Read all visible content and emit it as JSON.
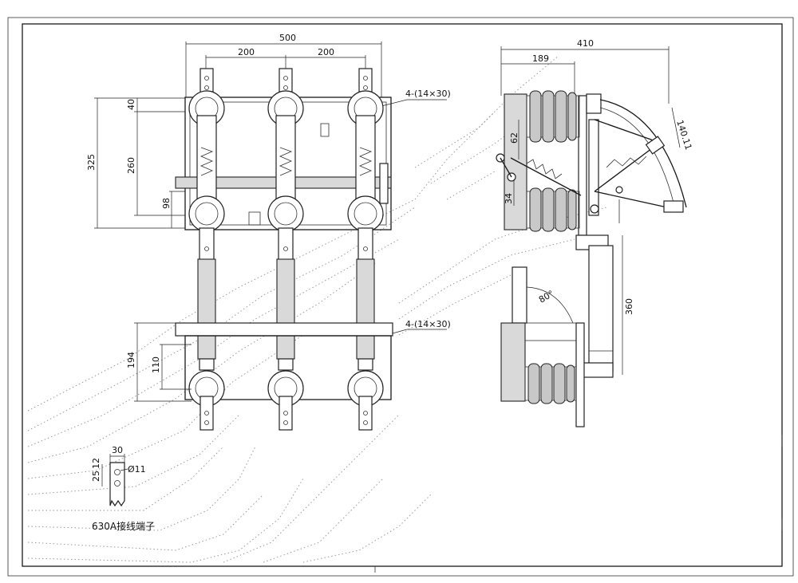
{
  "front_view": {
    "dim_500": "500",
    "dim_200_left": "200",
    "dim_200_right": "200",
    "dim_40": "40",
    "dim_325": "325",
    "dim_260": "260",
    "dim_98": "98",
    "dim_194": "194",
    "dim_110": "110",
    "mount_hole_top": "4-(14×30)",
    "mount_hole_bottom": "4-(14×30)"
  },
  "side_view": {
    "dim_410": "410",
    "dim_189": "189",
    "dim_62": "62",
    "dim_34": "34",
    "dim_140_11": "140.11",
    "dim_360": "360",
    "angle_80": "80°"
  },
  "terminal": {
    "dim_30": "30",
    "dim_25": "25",
    "dim_12": "12",
    "dim_dia11": "Ø11",
    "label": "630A接线端子"
  }
}
